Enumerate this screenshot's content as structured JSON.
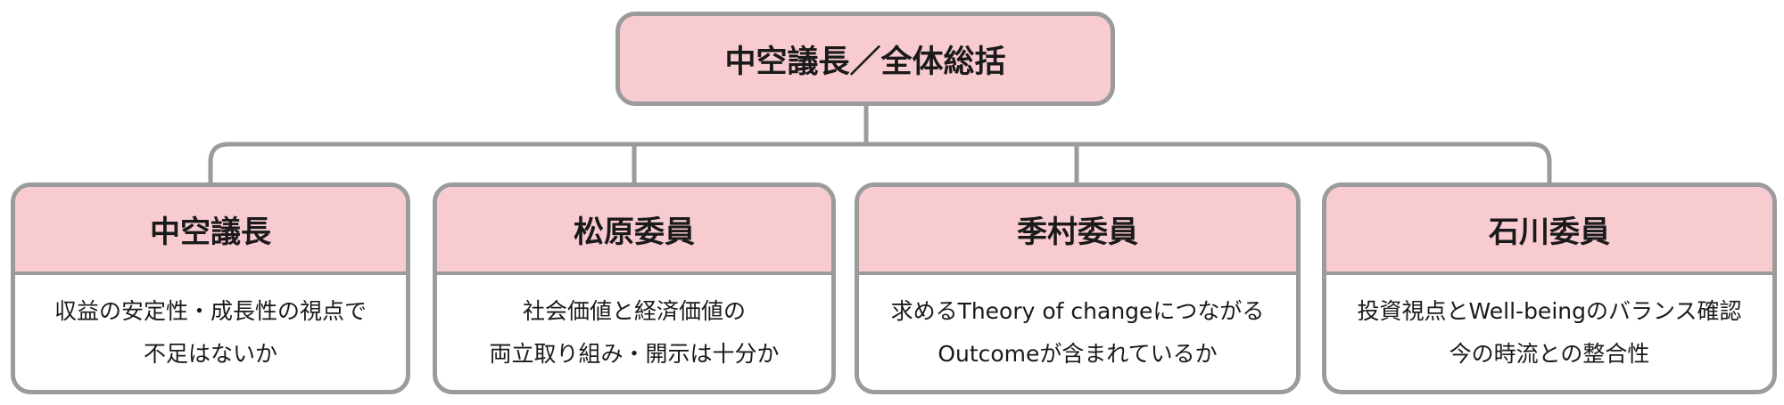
{
  "root": {
    "label": "中空議長／全体総括"
  },
  "members": [
    {
      "title": "中空議長",
      "lines": [
        "収益の安定性・成長性の視点で",
        "不足はないか"
      ]
    },
    {
      "title": "松原委員",
      "lines": [
        "社会価値と経済価値の",
        "両立取り組み・開示は十分か"
      ]
    },
    {
      "title": "季村委員",
      "lines": [
        "求めるTheory of changeにつながる",
        "Outcomeが含まれているか"
      ]
    },
    {
      "title": "石川委員",
      "lines": [
        "投資視点とWell-beingのバランス確認",
        "今の時流との整合性"
      ]
    }
  ],
  "colors": {
    "header_fill": "#f8cbd1",
    "border": "#9b9b9b",
    "connector": "#9b9b9b"
  }
}
